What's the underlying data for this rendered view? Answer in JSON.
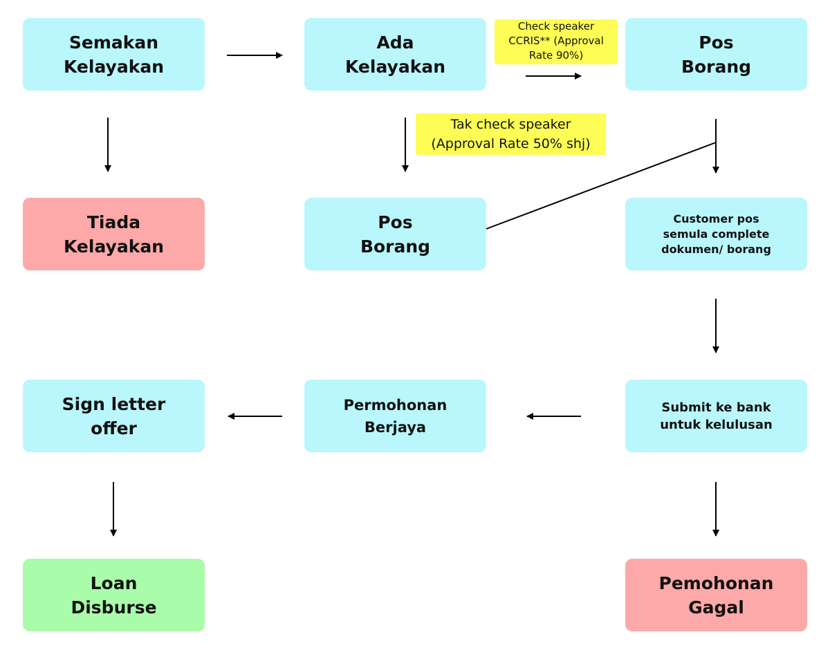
{
  "nodes": {
    "semakan": "Semakan\nKelayakan",
    "ada": "Ada\nKelayakan",
    "pos_borang_top": "Pos\nBorang",
    "tiada": "Tiada\nKelayakan",
    "pos_borang_mid": "Pos\nBorang",
    "customer_pos": "Customer pos\nsemula complete\ndokumen/ borang",
    "sign_letter": "Sign letter\noffer",
    "permohonan_berjaya": "Permohonan\nBerjaya",
    "submit_bank": "Submit ke bank\nuntuk kelulusan",
    "loan_disburse": "Loan\nDisburse",
    "permohonan_gagal": "Pemohonan\nGagal"
  },
  "notes": {
    "check_speaker": "Check speaker\nCCRIS** (Approval\nRate 90%)",
    "tak_check": "Tak check speaker\n(Approval Rate 50% shj)"
  },
  "colors": {
    "cyan": "#b9f7fc",
    "red": "#fda9a9",
    "green": "#a9fca9",
    "yellow": "#fdfd55"
  }
}
